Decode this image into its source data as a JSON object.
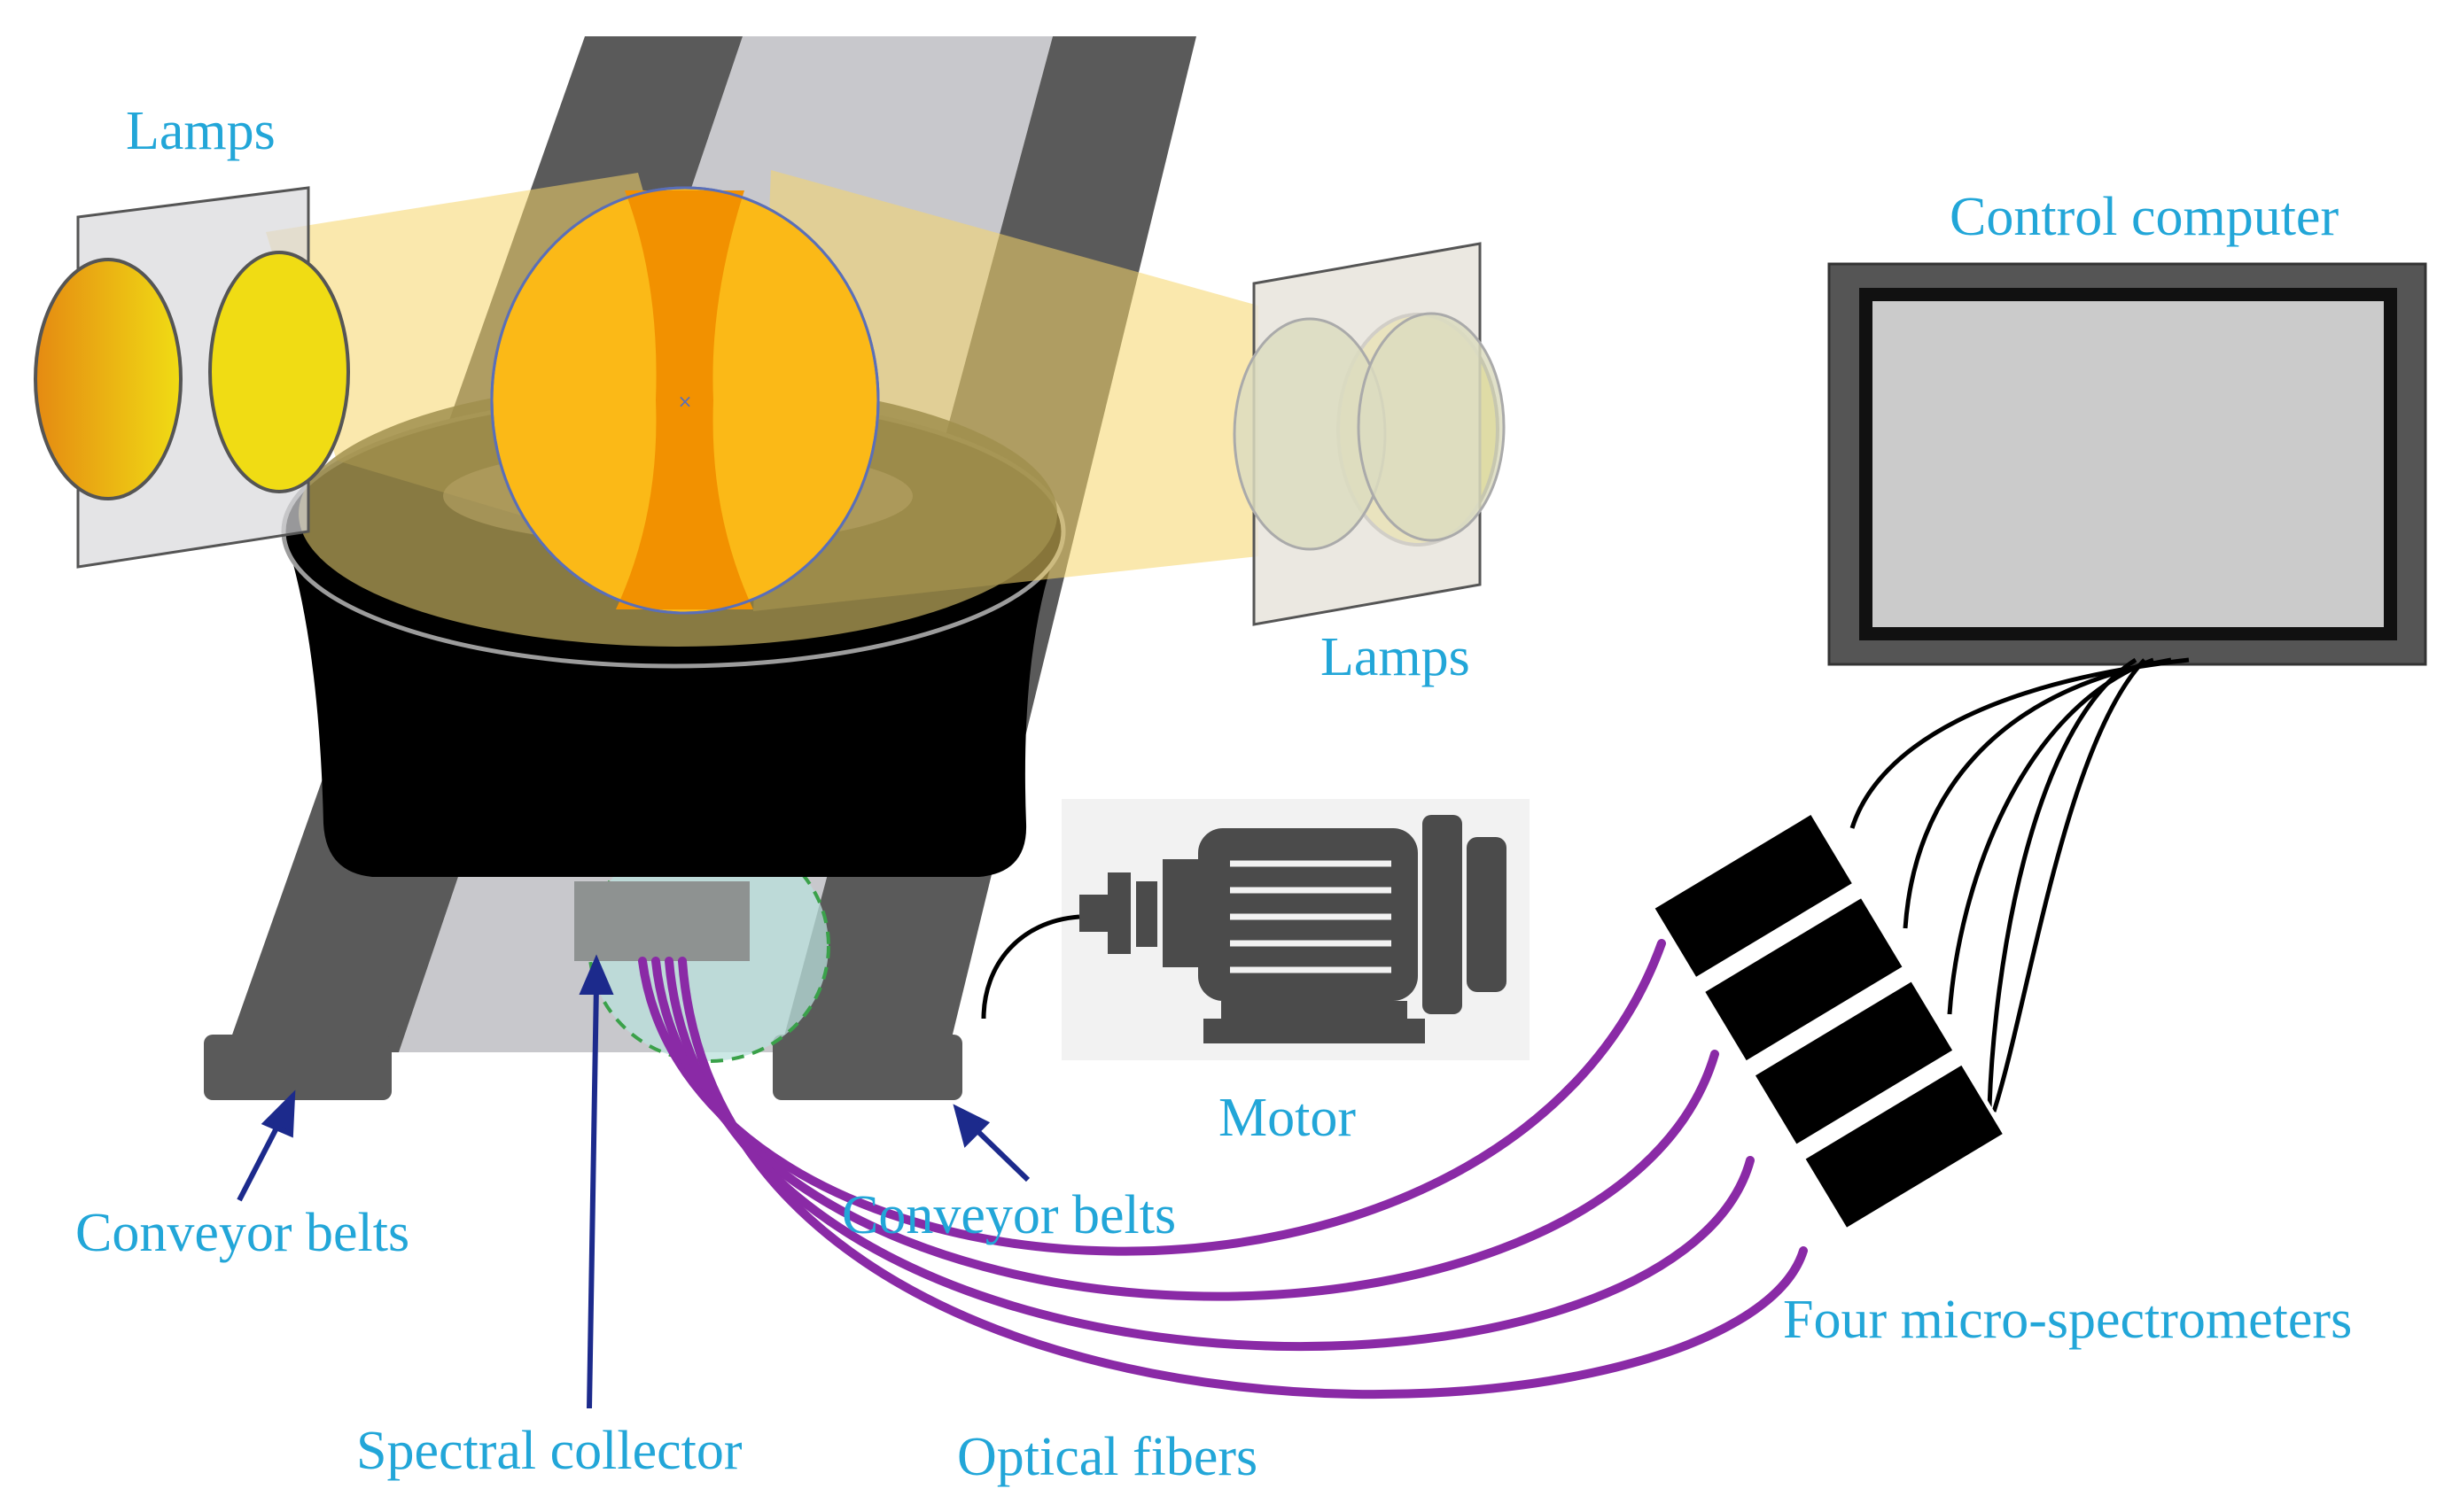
{
  "labels": {
    "lamps_left": "Lamps",
    "lamps_right": "Lamps",
    "control_computer": "Control computer",
    "motor": "Motor",
    "conveyor_belts_left": "Conveyor belts",
    "conveyor_belts_right": "Conveyor belts",
    "spectrometers": "Four micro-spectrometers",
    "spectral_collector": "Spectral collector",
    "optical_fibers": "Optical fibers"
  },
  "colors": {
    "label_text": "#22a6d8",
    "belt": "#5a5a5a",
    "belt_gap": "#c8c8cc",
    "fruit_orange": "#fbb917",
    "fruit_core": "#f29100",
    "lamp_yellow": "#f0dc14",
    "light_beam": "#f5d56a",
    "fiber_purple": "#8a2aa6",
    "arrow_navy": "#1c2a8c",
    "cup_black": "#000000",
    "screen_gray": "#cbcbcb",
    "monitor_frame": "#555555",
    "collector_gray": "#8e9291",
    "motor_gray": "#4b4b4b"
  },
  "icons": [
    "motor-icon",
    "lamp-icon",
    "monitor-icon",
    "spectrometer-icon",
    "arrow-icon"
  ]
}
